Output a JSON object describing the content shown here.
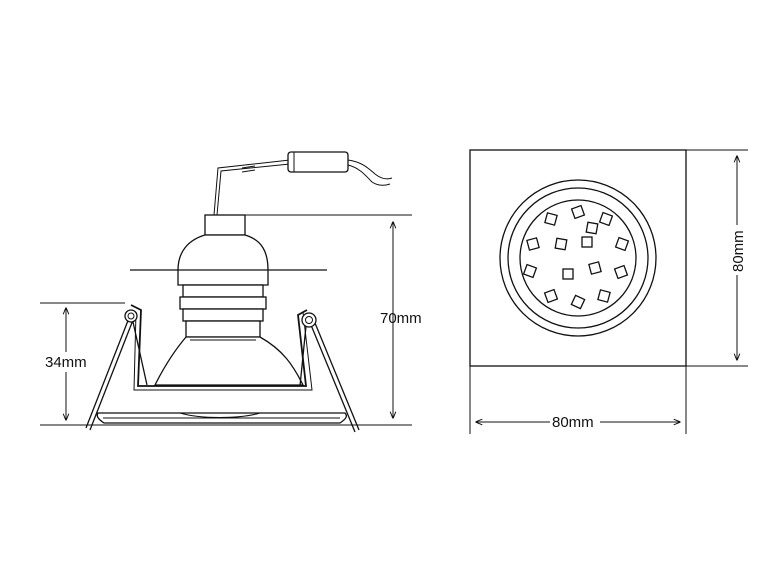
{
  "side_view": {
    "height_total_label": "70mm",
    "height_trim_label": "34mm"
  },
  "top_view": {
    "width_label": "80mm",
    "height_label": "80mm",
    "led_count": 15
  },
  "colors": {
    "line": "#111111",
    "background": "#ffffff"
  }
}
